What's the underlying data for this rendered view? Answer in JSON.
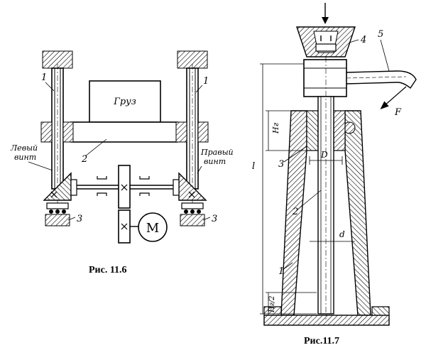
{
  "figures": [
    {
      "caption": "Рис. 11.6",
      "labels": {
        "load": "Груз",
        "screw_left_num": "1",
        "screw_right_num": "1",
        "beam_num": "2",
        "bearing_left_num": "3",
        "bearing_right_num": "3",
        "left_screw_line1": "Левый",
        "left_screw_line2": "винт",
        "right_screw_line1": "Правый",
        "right_screw_line2": "винт",
        "motor": "М"
      }
    },
    {
      "caption": "Рис.11.7",
      "labels": {
        "cup_num": "4",
        "handle_num": "5",
        "force": "F",
        "nut_height": "Hг",
        "total_length": "l",
        "nut_num": "3",
        "outer_diameter": "D",
        "screw_num": "2",
        "inner_diameter": "d",
        "body_num": "1",
        "half_nut_height": "Hг/2"
      }
    }
  ]
}
